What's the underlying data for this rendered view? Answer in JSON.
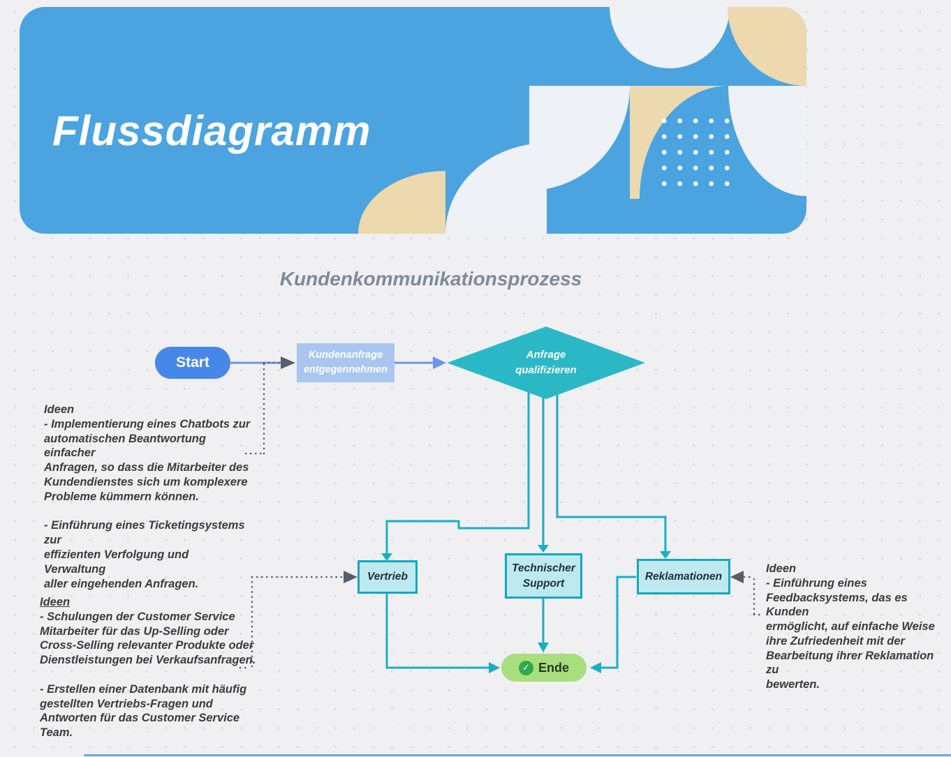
{
  "banner": {
    "title": "Flussdiagramm"
  },
  "subtitle": "Kundenkommunikationsprozess",
  "flowchart": {
    "start": {
      "label": "Start"
    },
    "receive": {
      "label": "Kundenanfrage\nentgegennehmen"
    },
    "qualify": {
      "label": "Anfrage\nqualifizieren"
    },
    "sales": {
      "label": "Vertrieb"
    },
    "support": {
      "label": "Technischer\nSupport"
    },
    "complaints": {
      "label": "Reklamationen"
    },
    "end": {
      "label": "Ende",
      "check_icon_glyph": "✓"
    }
  },
  "notes": {
    "left_top": {
      "title": "Ideen",
      "p1": "- Implementierung eines Chatbots zur\nautomatischen Beantwortung einfacher\nAnfragen, so dass die Mitarbeiter des\nKundendienstes sich um komplexere\nProbleme kümmern können.",
      "p2": "- Einführung eines Ticketingsystems zur\neffizienten Verfolgung und Verwaltung\naller eingehenden Anfragen."
    },
    "left_bottom": {
      "title": "Ideen",
      "p1": "- Schulungen der Customer Service\nMitarbeiter für das Up-Selling oder\nCross-Selling  relevanter Produkte oder\nDienstleistungen bei Verkaufsanfragen.",
      "p2": "- Erstellen einer Datenbank mit häufig\ngestellten Vertriebs-Fragen und\nAntworten für das Customer Service\nTeam."
    },
    "right": {
      "title": "Ideen",
      "p1": "- Einführung eines\nFeedbacksystems, das es Kunden\nermöglicht, auf einfache Weise\nihre Zufriedenheit mit der\nBearbeitung ihrer Reklamation zu\nbewerten."
    }
  },
  "colors": {
    "banner_blue": "#4ba3e0",
    "cream": "#ecd9ae",
    "off_white": "#eef1f5",
    "start_blue": "#4787e8",
    "receive_light_blue": "#a9c6ef",
    "teal": "#2bb8c6",
    "teal_border": "#14a7bd",
    "teal_fill": "#bfe9f0",
    "connector_teal": "#1cadc2",
    "connector_blue": "#6b94ee",
    "connector_gray": "#565f68",
    "end_green": "#a8de7d",
    "check_green": "#2fa84f",
    "subtitle_gray": "#7d8b99",
    "note_text": "#3b3b3d",
    "page_bg": "#f0f0f3"
  }
}
